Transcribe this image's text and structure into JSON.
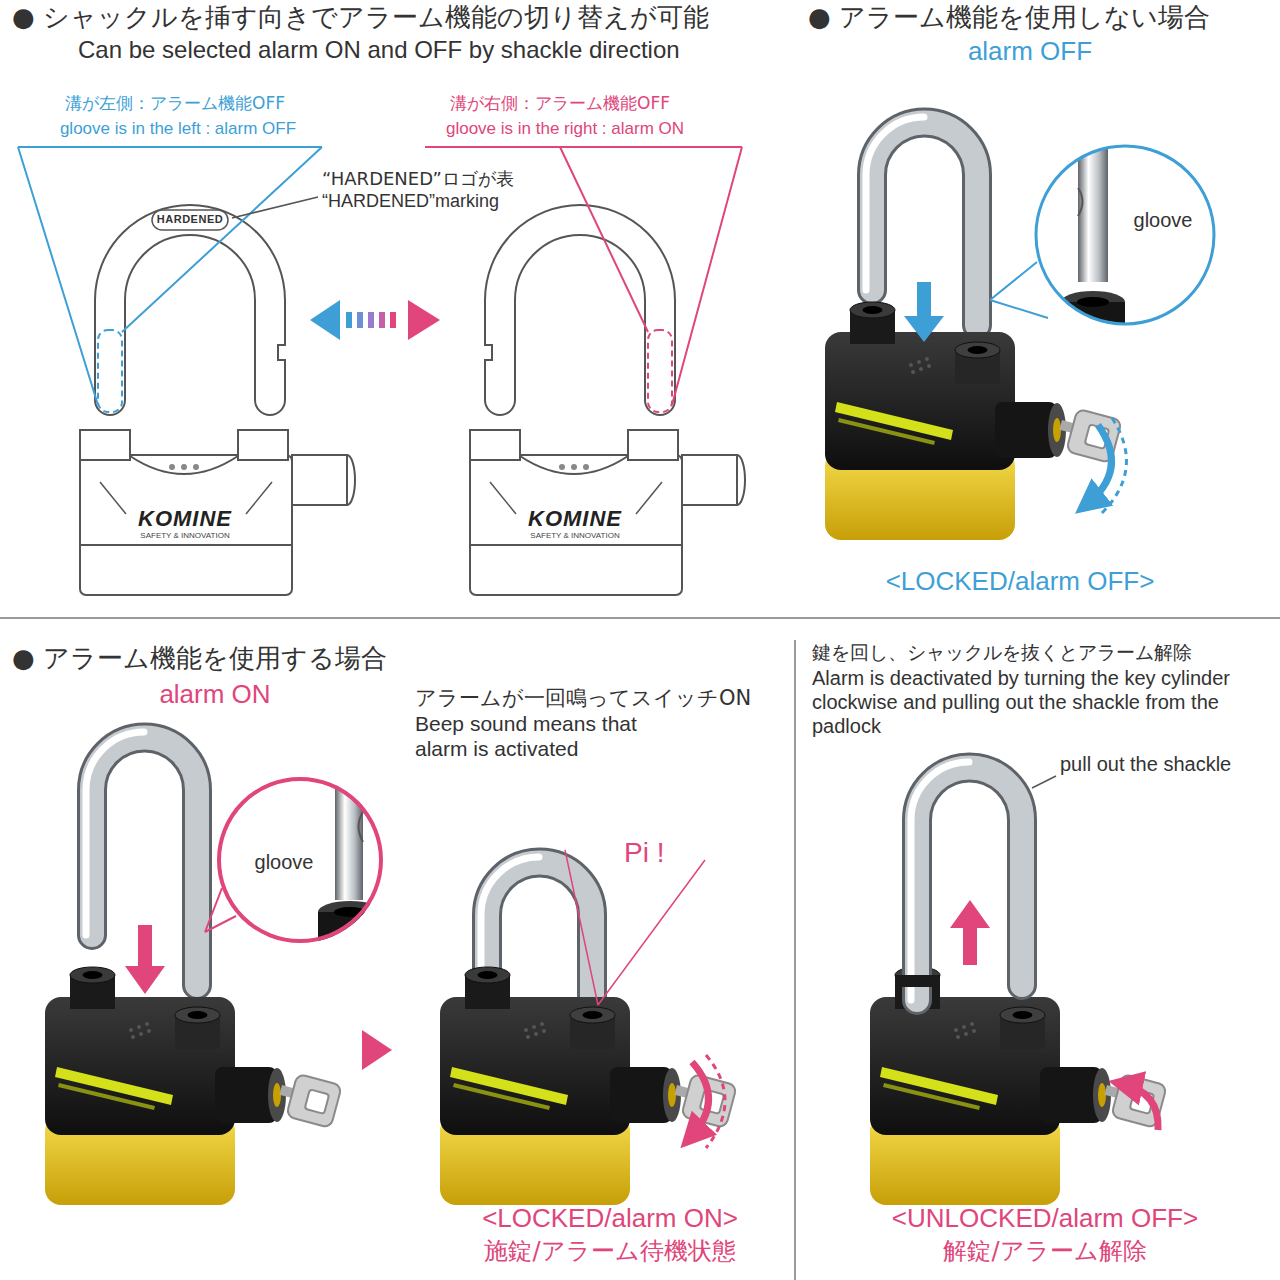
{
  "diagram": {
    "nodes": [
      {
        "text": [
          "gloove"
        ]
      },
      {
        "text": [
          "gloove"
        ]
      }
    ],
    "labels": [
      "● シャックルを挿す向きでアラーム機能の切り替えが可能",
      "Can be selected alarm ON and OFF by shackle direction",
      "溝が左側：アラーム機能OFF",
      "gloove is in the left : alarm OFF",
      "溝が右側：アラーム機能OFF",
      "gloove is in the right : alarm ON",
      "“HARDENED”ロゴが表",
      "“HARDENED”marking",
      "HARDENED",
      "KOMINE",
      "SAFETY & INNOVATION",
      "KOMINE",
      "SAFETY & INNOVATION",
      "● アラーム機能を使用しない場合",
      "alarm OFF",
      "<LOCKED/alarm OFF>",
      "● アラーム機能を使用する場合",
      "alarm ON",
      "アラームが一回鳴ってスイッチON",
      "Beep sound means that alarm is activated",
      "Pi !",
      "<LOCKED/alarm ON>",
      "施錠/アラーム待機状態",
      "鍵を回し、シャックルを抜くとアラーム解除",
      "Alarm is deactivated by turning the key cylinder clockwise and pulling out the shackle from the padlock",
      "pull out the shackle",
      "<UNLOCKED/alarm OFF>",
      "解錠/アラーム解除"
    ]
  }
}
